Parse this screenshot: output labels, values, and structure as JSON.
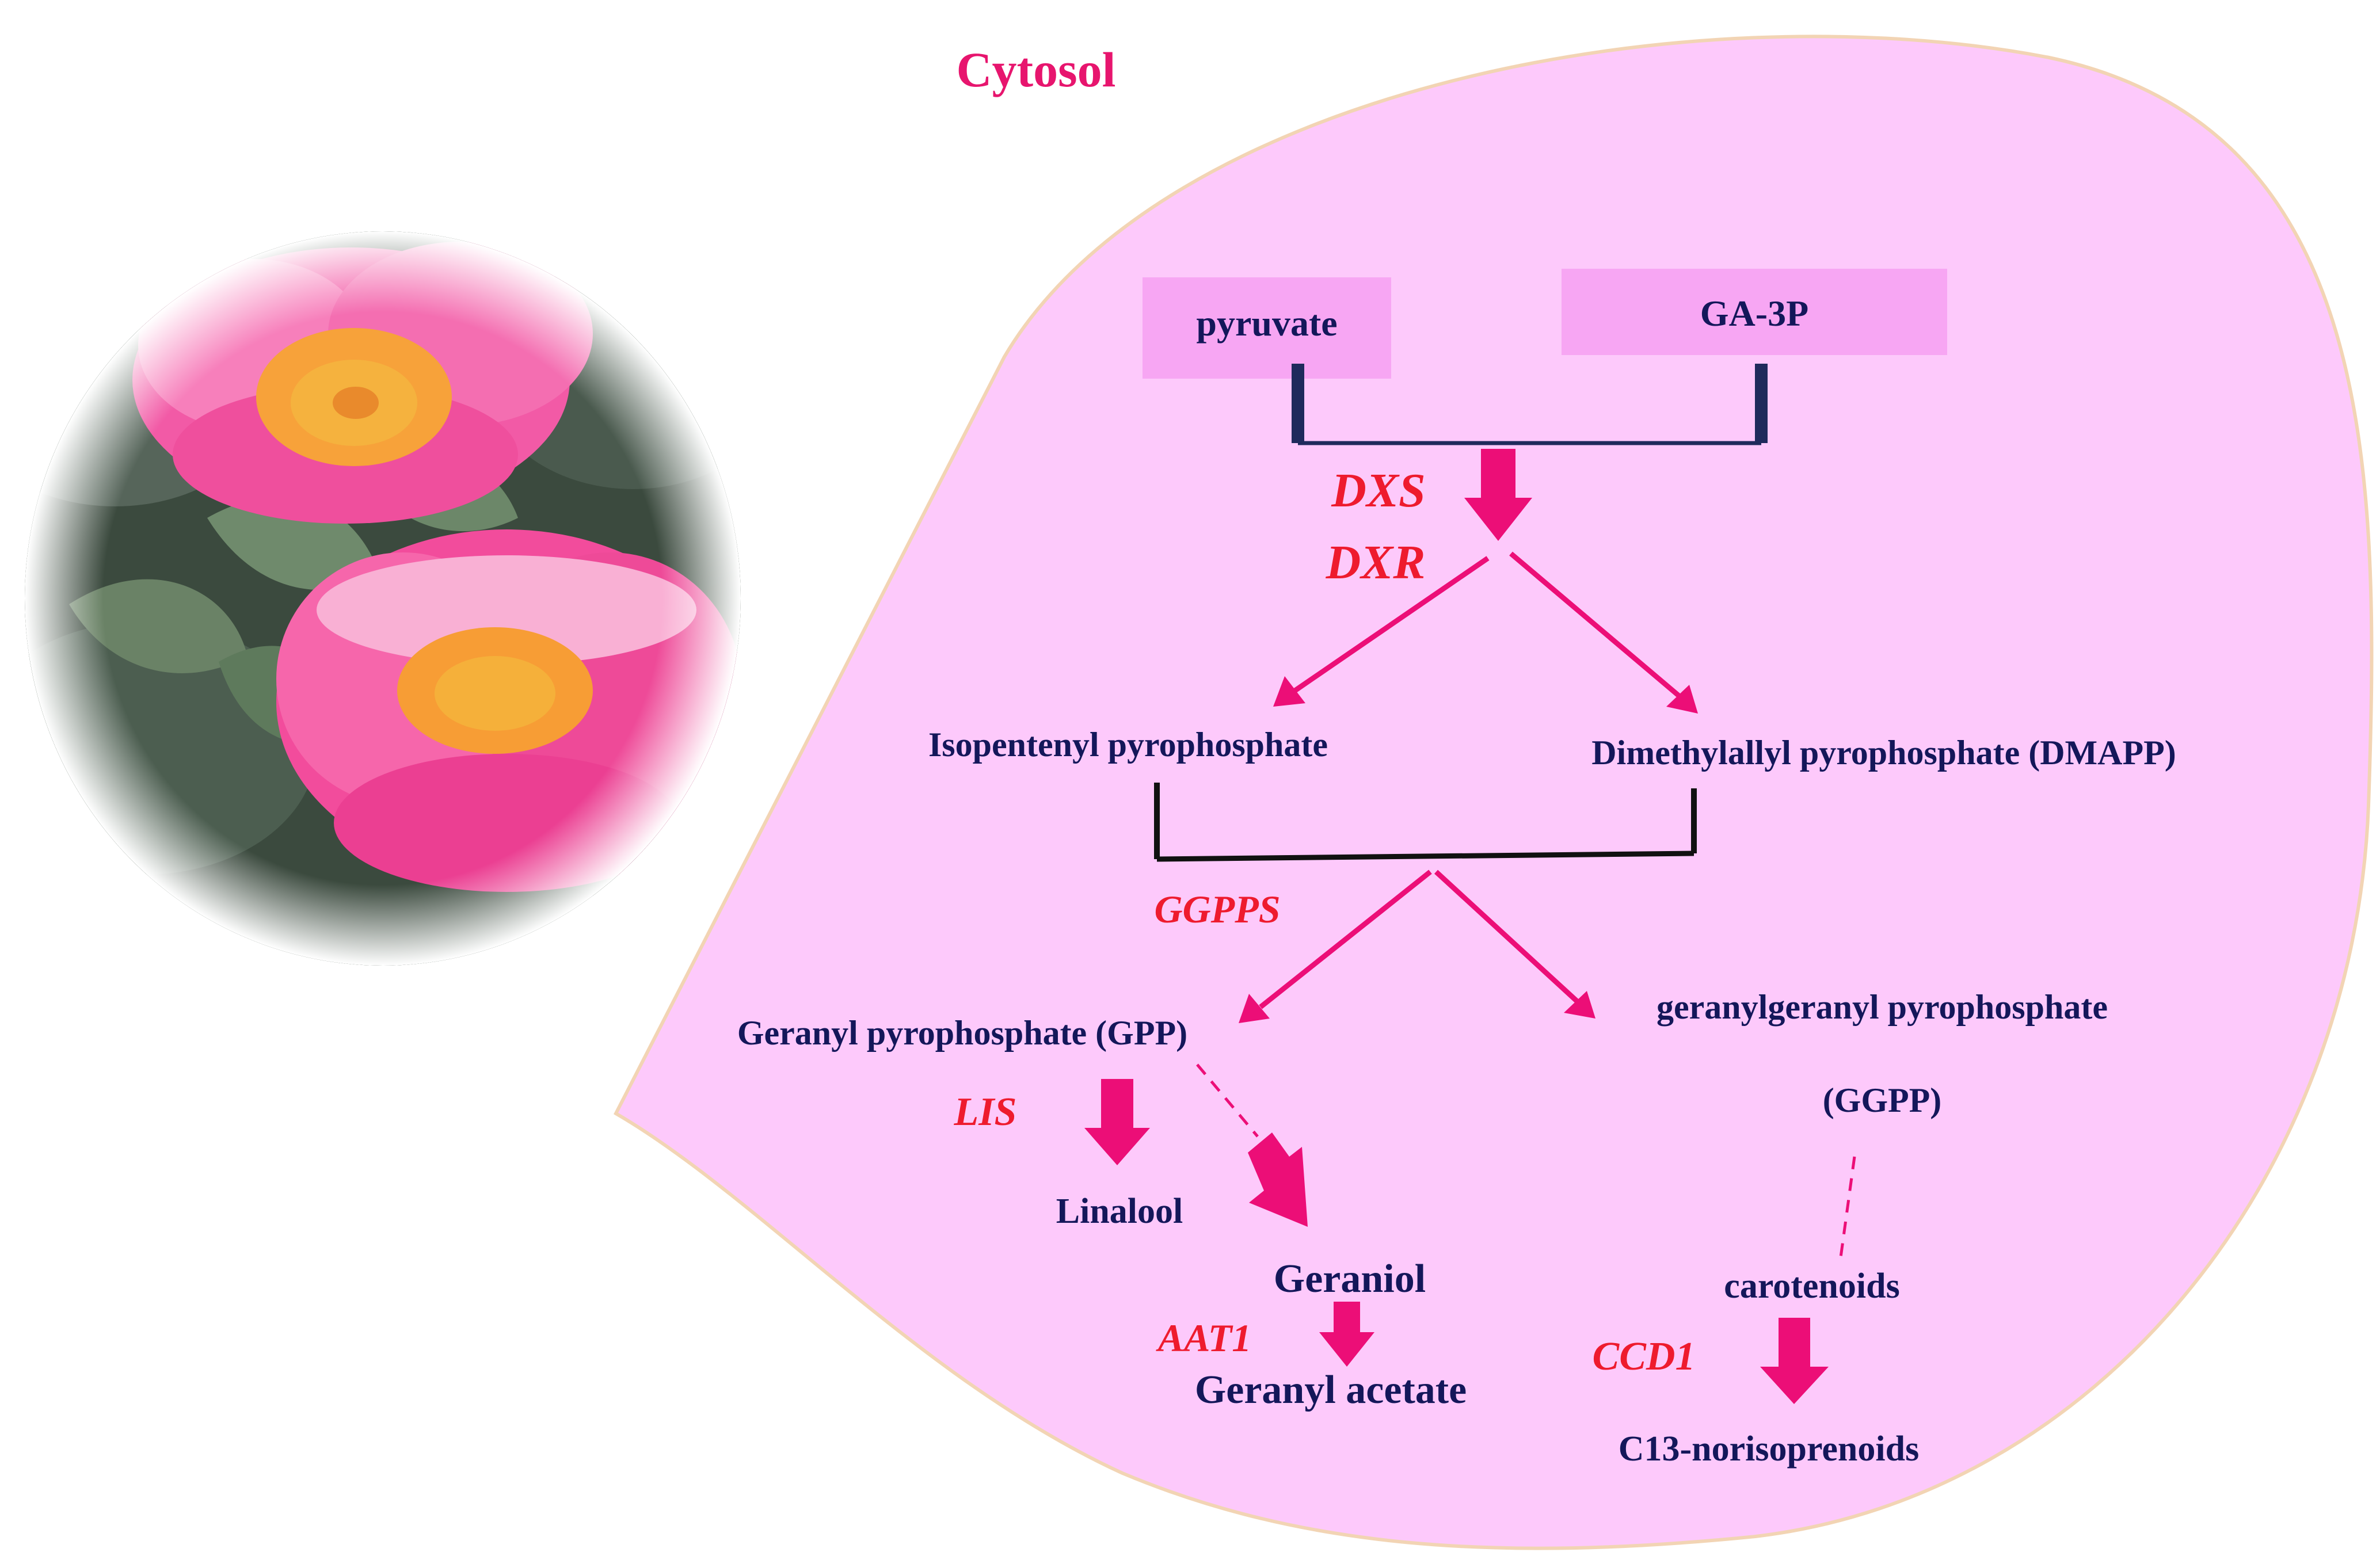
{
  "title": "Cytosol",
  "colors": {
    "background": "#ffffff",
    "cell": "#fdc9fb",
    "cell_border": "#f2d4b4",
    "box": "#f7a6f3",
    "text": "#14175a",
    "enzyme": "#ee1b2e",
    "arrow": "#ec0e77",
    "title": "#e7156e",
    "bracket": "#1f2a5c"
  },
  "photo": {
    "subject": "pink-rose-flowers"
  },
  "substrates": {
    "pyruvate": "pyruvate",
    "ga3p": "GA-3P"
  },
  "metabolites": {
    "ipp": "Isopentenyl pyrophosphate",
    "dmapp": "Dimethylallyl pyrophosphate (DMAPP)",
    "gpp": "Geranyl pyrophosphate (GPP)",
    "ggpp_line1": "geranylgeranyl pyrophosphate",
    "ggpp_line2": "(GGPP)",
    "linalool": "Linalool",
    "geraniol": "Geraniol",
    "geranyl_acetate": "Geranyl acetate",
    "carotenoids": "carotenoids",
    "norisoprenoids": "C13-norisoprenoids"
  },
  "enzymes": {
    "dxs": "DXS",
    "dxr": "DXR",
    "ggpps": "GGPPS",
    "lis": "LIS",
    "aat1": "AAT1",
    "ccd1": "CCD1"
  }
}
